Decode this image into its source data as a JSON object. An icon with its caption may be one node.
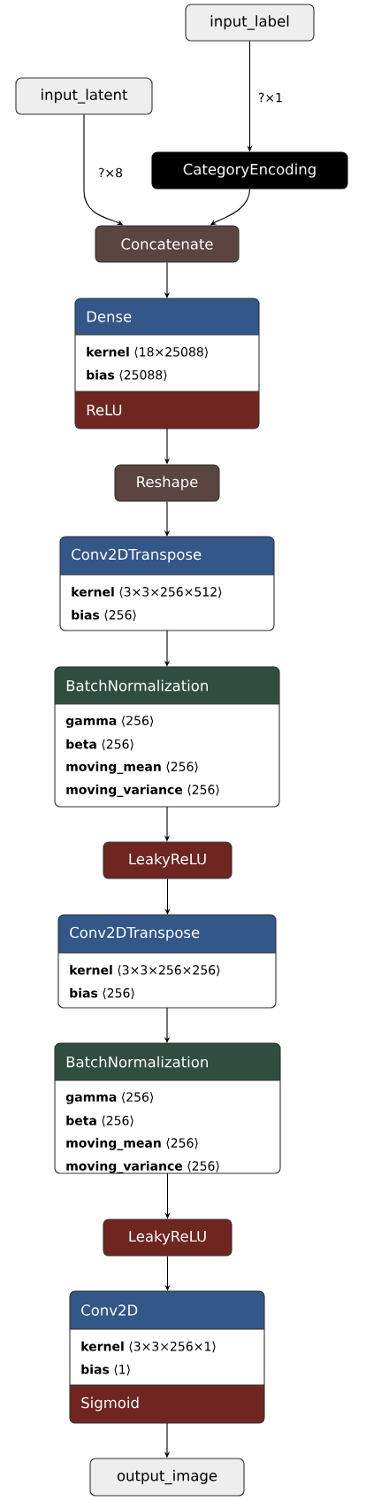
{
  "diagram": {
    "nodes": [
      {
        "text": [
          "input_label"
        ]
      },
      {
        "text": [
          "input_latent"
        ]
      },
      {
        "text": [
          "CategoryEncoding"
        ]
      },
      {
        "text": [
          "Concatenate"
        ]
      },
      {
        "text": [
          "Dense",
          "**kernel** ⟨18×25088⟩",
          "**bias** ⟨25088⟩",
          "ReLU"
        ]
      },
      {
        "text": [
          "Reshape"
        ]
      },
      {
        "text": [
          "Conv2DTranspose",
          "**kernel** ⟨3×3×256×512⟩",
          "**bias** ⟨256⟩"
        ]
      },
      {
        "text": [
          "BatchNormalization",
          "**gamma** ⟨256⟩",
          "**beta** ⟨256⟩",
          "**moving_mean** ⟨256⟩",
          "**moving_variance** ⟨256⟩"
        ]
      },
      {
        "text": [
          "LeakyReLU"
        ]
      },
      {
        "text": [
          "Conv2DTranspose",
          "**kernel** ⟨3×3×256×256⟩",
          "**bias** ⟨256⟩"
        ]
      },
      {
        "text": [
          "BatchNormalization",
          "**gamma** ⟨256⟩",
          "**beta** ⟨256⟩",
          "**moving_mean** ⟨256⟩",
          "**moving_variance** ⟨256⟩"
        ]
      },
      {
        "text": [
          "LeakyReLU"
        ]
      },
      {
        "text": [
          "Conv2D",
          "**kernel** ⟨3×3×256×1⟩",
          "**bias** ⟨1⟩",
          "Sigmoid"
        ]
      },
      {
        "text": [
          "output_image"
        ]
      }
    ],
    "edges": [
      {
        "from": 0,
        "to": 2,
        "arrow": "to",
        "label": "?×1"
      },
      {
        "from": 1,
        "to": 3,
        "arrow": "to",
        "label": "?×8"
      },
      {
        "from": 2,
        "to": 3,
        "arrow": "to"
      },
      {
        "from": 3,
        "to": 4,
        "arrow": "to"
      },
      {
        "from": 4,
        "to": 5,
        "arrow": "to"
      },
      {
        "from": 5,
        "to": 6,
        "arrow": "to"
      },
      {
        "from": 6,
        "to": 7,
        "arrow": "to"
      },
      {
        "from": 7,
        "to": 8,
        "arrow": "to"
      },
      {
        "from": 8,
        "to": 9,
        "arrow": "to"
      },
      {
        "from": 9,
        "to": 10,
        "arrow": "to"
      },
      {
        "from": 10,
        "to": 11,
        "arrow": "to"
      },
      {
        "from": 11,
        "to": 12,
        "arrow": "to"
      },
      {
        "from": 12,
        "to": 13,
        "arrow": "to"
      }
    ]
  }
}
